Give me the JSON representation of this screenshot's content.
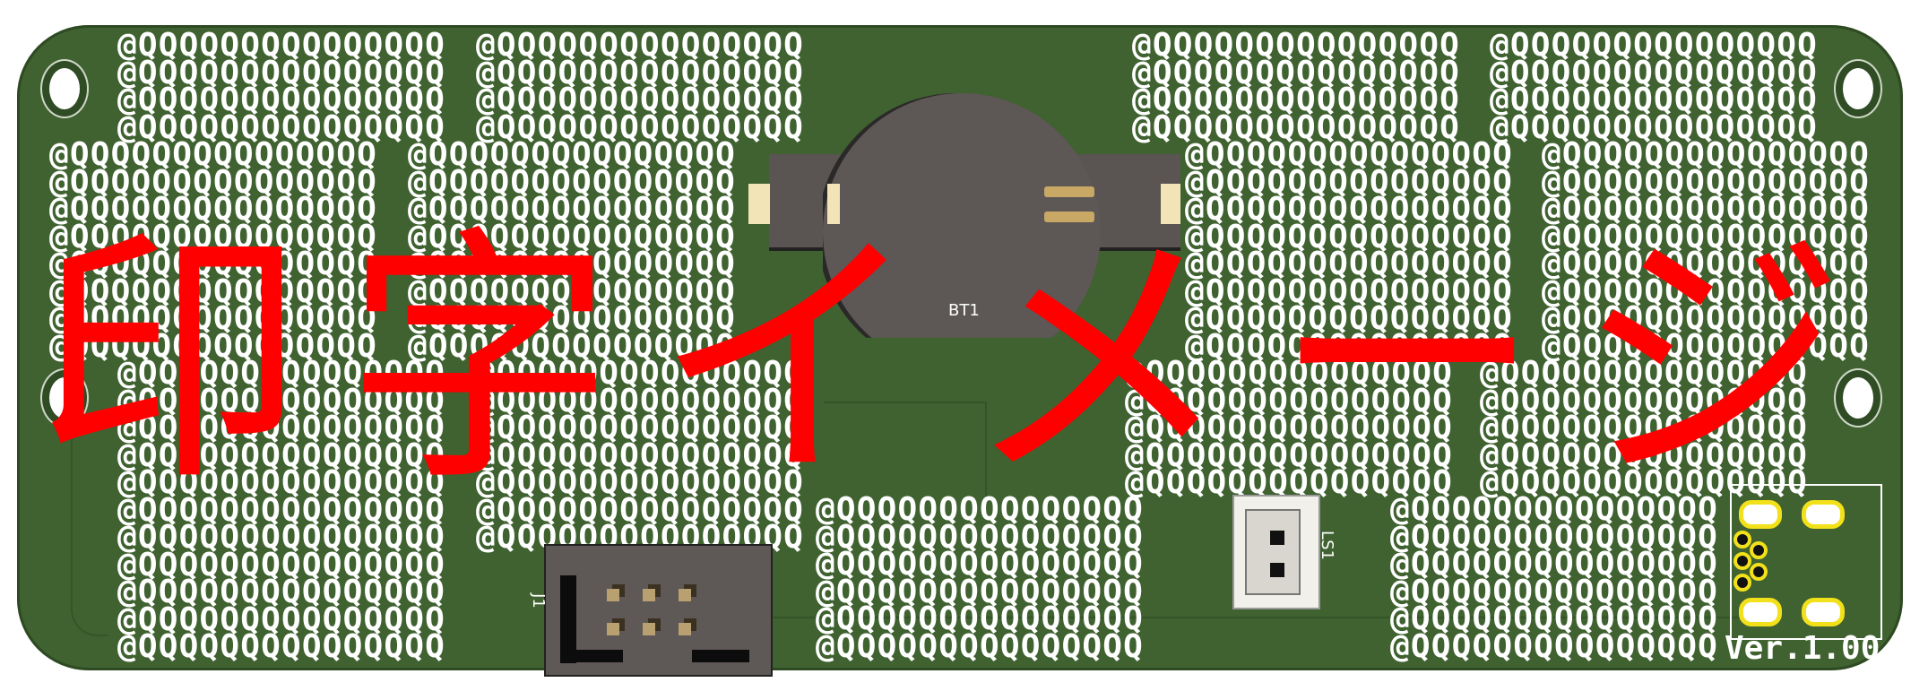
{
  "board": {
    "silkscreen_pattern": "@QQQQQQQQQQQQQQQ",
    "version_label": "Ver.1.00",
    "components": {
      "battery_label": "BT1",
      "header_label": "J1",
      "speaker_connector_label": "LS1"
    },
    "colors": {
      "pcb": "#3f6230",
      "overlay_text": "#ff0000",
      "silkscreen": "#ffffff"
    }
  },
  "overlay": {
    "title": "印字イメージ"
  }
}
